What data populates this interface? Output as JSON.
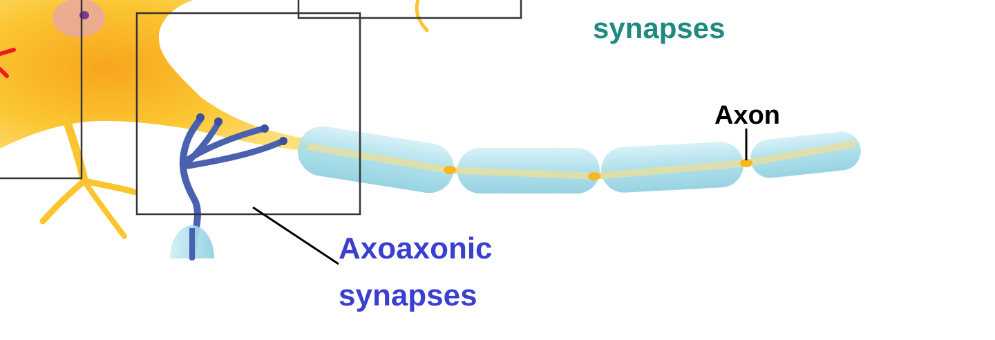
{
  "labels": {
    "synapses_top": "synapses",
    "axon": "Axon",
    "axoaxonic_line1": "Axoaxonic",
    "axoaxonic_line2": "synapses"
  },
  "colors": {
    "teal_label": "#1f8a80",
    "blue_label": "#3a3fd0",
    "black_label": "#000000",
    "neuron_yellow": "#fbc531",
    "myelin_blue": "#a8dde9",
    "presynaptic_blue": "#4a61b0",
    "red_branch": "#e81e25"
  }
}
